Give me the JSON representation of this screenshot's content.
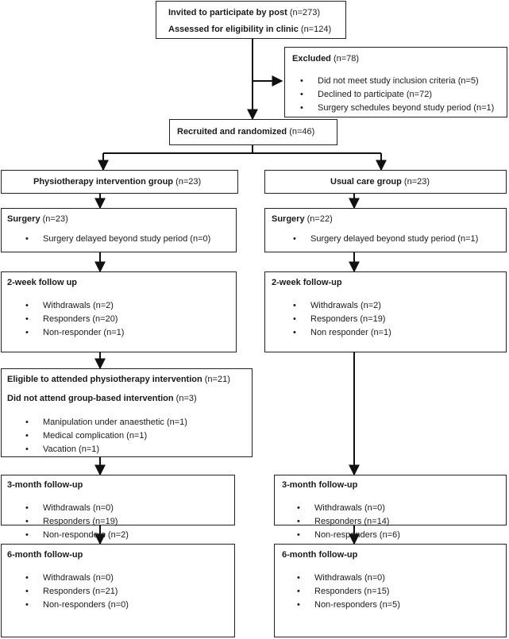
{
  "top": {
    "invited_label": "Invited to participate by post",
    "invited_count": "(n=273)",
    "assessed_label": "Assessed for eligibility in clinic",
    "assessed_count": "(n=124)"
  },
  "excluded": {
    "label": "Excluded",
    "count": "(n=78)",
    "items": [
      "Did not meet study inclusion criteria (n=5)",
      "Declined to participate (n=72)",
      "Surgery schedules beyond study period (n=1)"
    ]
  },
  "randomized": {
    "label": "Recruited and randomized",
    "count": "(n=46)"
  },
  "left": {
    "group": {
      "label": "Physiotherapy intervention group",
      "count": "(n=23)"
    },
    "surgery": {
      "label": "Surgery",
      "count": "(n=23)",
      "items": [
        "Surgery delayed beyond study period (n=0)"
      ]
    },
    "fu2w": {
      "label": "2-week follow up",
      "items": [
        "Withdrawals (n=2)",
        "Responders (n=20)",
        "Non-responder (n=1)"
      ]
    },
    "eligible": {
      "label": "Eligible to attended physiotherapy intervention",
      "count": "(n=21)",
      "not_attend_label": "Did not attend group-based intervention",
      "not_attend_count": "(n=3)",
      "items": [
        "Manipulation under anaesthetic (n=1)",
        "Medical complication (n=1)",
        "Vacation (n=1)"
      ]
    },
    "fu3m": {
      "label": "3-month follow-up",
      "items": [
        "Withdrawals (n=0)",
        "Responders (n=19)",
        "Non-responders (n=2)"
      ]
    },
    "fu6m": {
      "label": "6-month follow-up",
      "items": [
        "Withdrawals (n=0)",
        "Responders (n=21)",
        "Non-responders (n=0)"
      ]
    }
  },
  "right": {
    "group": {
      "label": "Usual care group",
      "count": "(n=23)"
    },
    "surgery": {
      "label": "Surgery",
      "count": "(n=22)",
      "items": [
        "Surgery delayed beyond study period (n=1)"
      ]
    },
    "fu2w": {
      "label": "2-week follow-up",
      "items": [
        "Withdrawals (n=2)",
        "Responders (n=19)",
        "Non responder (n=1)"
      ]
    },
    "fu3m": {
      "label": "3-month follow-up",
      "items": [
        "Withdrawals (n=0)",
        "Responders (n=14)",
        "Non-responders (n=6)"
      ]
    },
    "fu6m": {
      "label": "6-month follow-up",
      "items": [
        "Withdrawals (n=0)",
        "Responders (n=15)",
        "Non-responders (n=5)"
      ]
    }
  }
}
